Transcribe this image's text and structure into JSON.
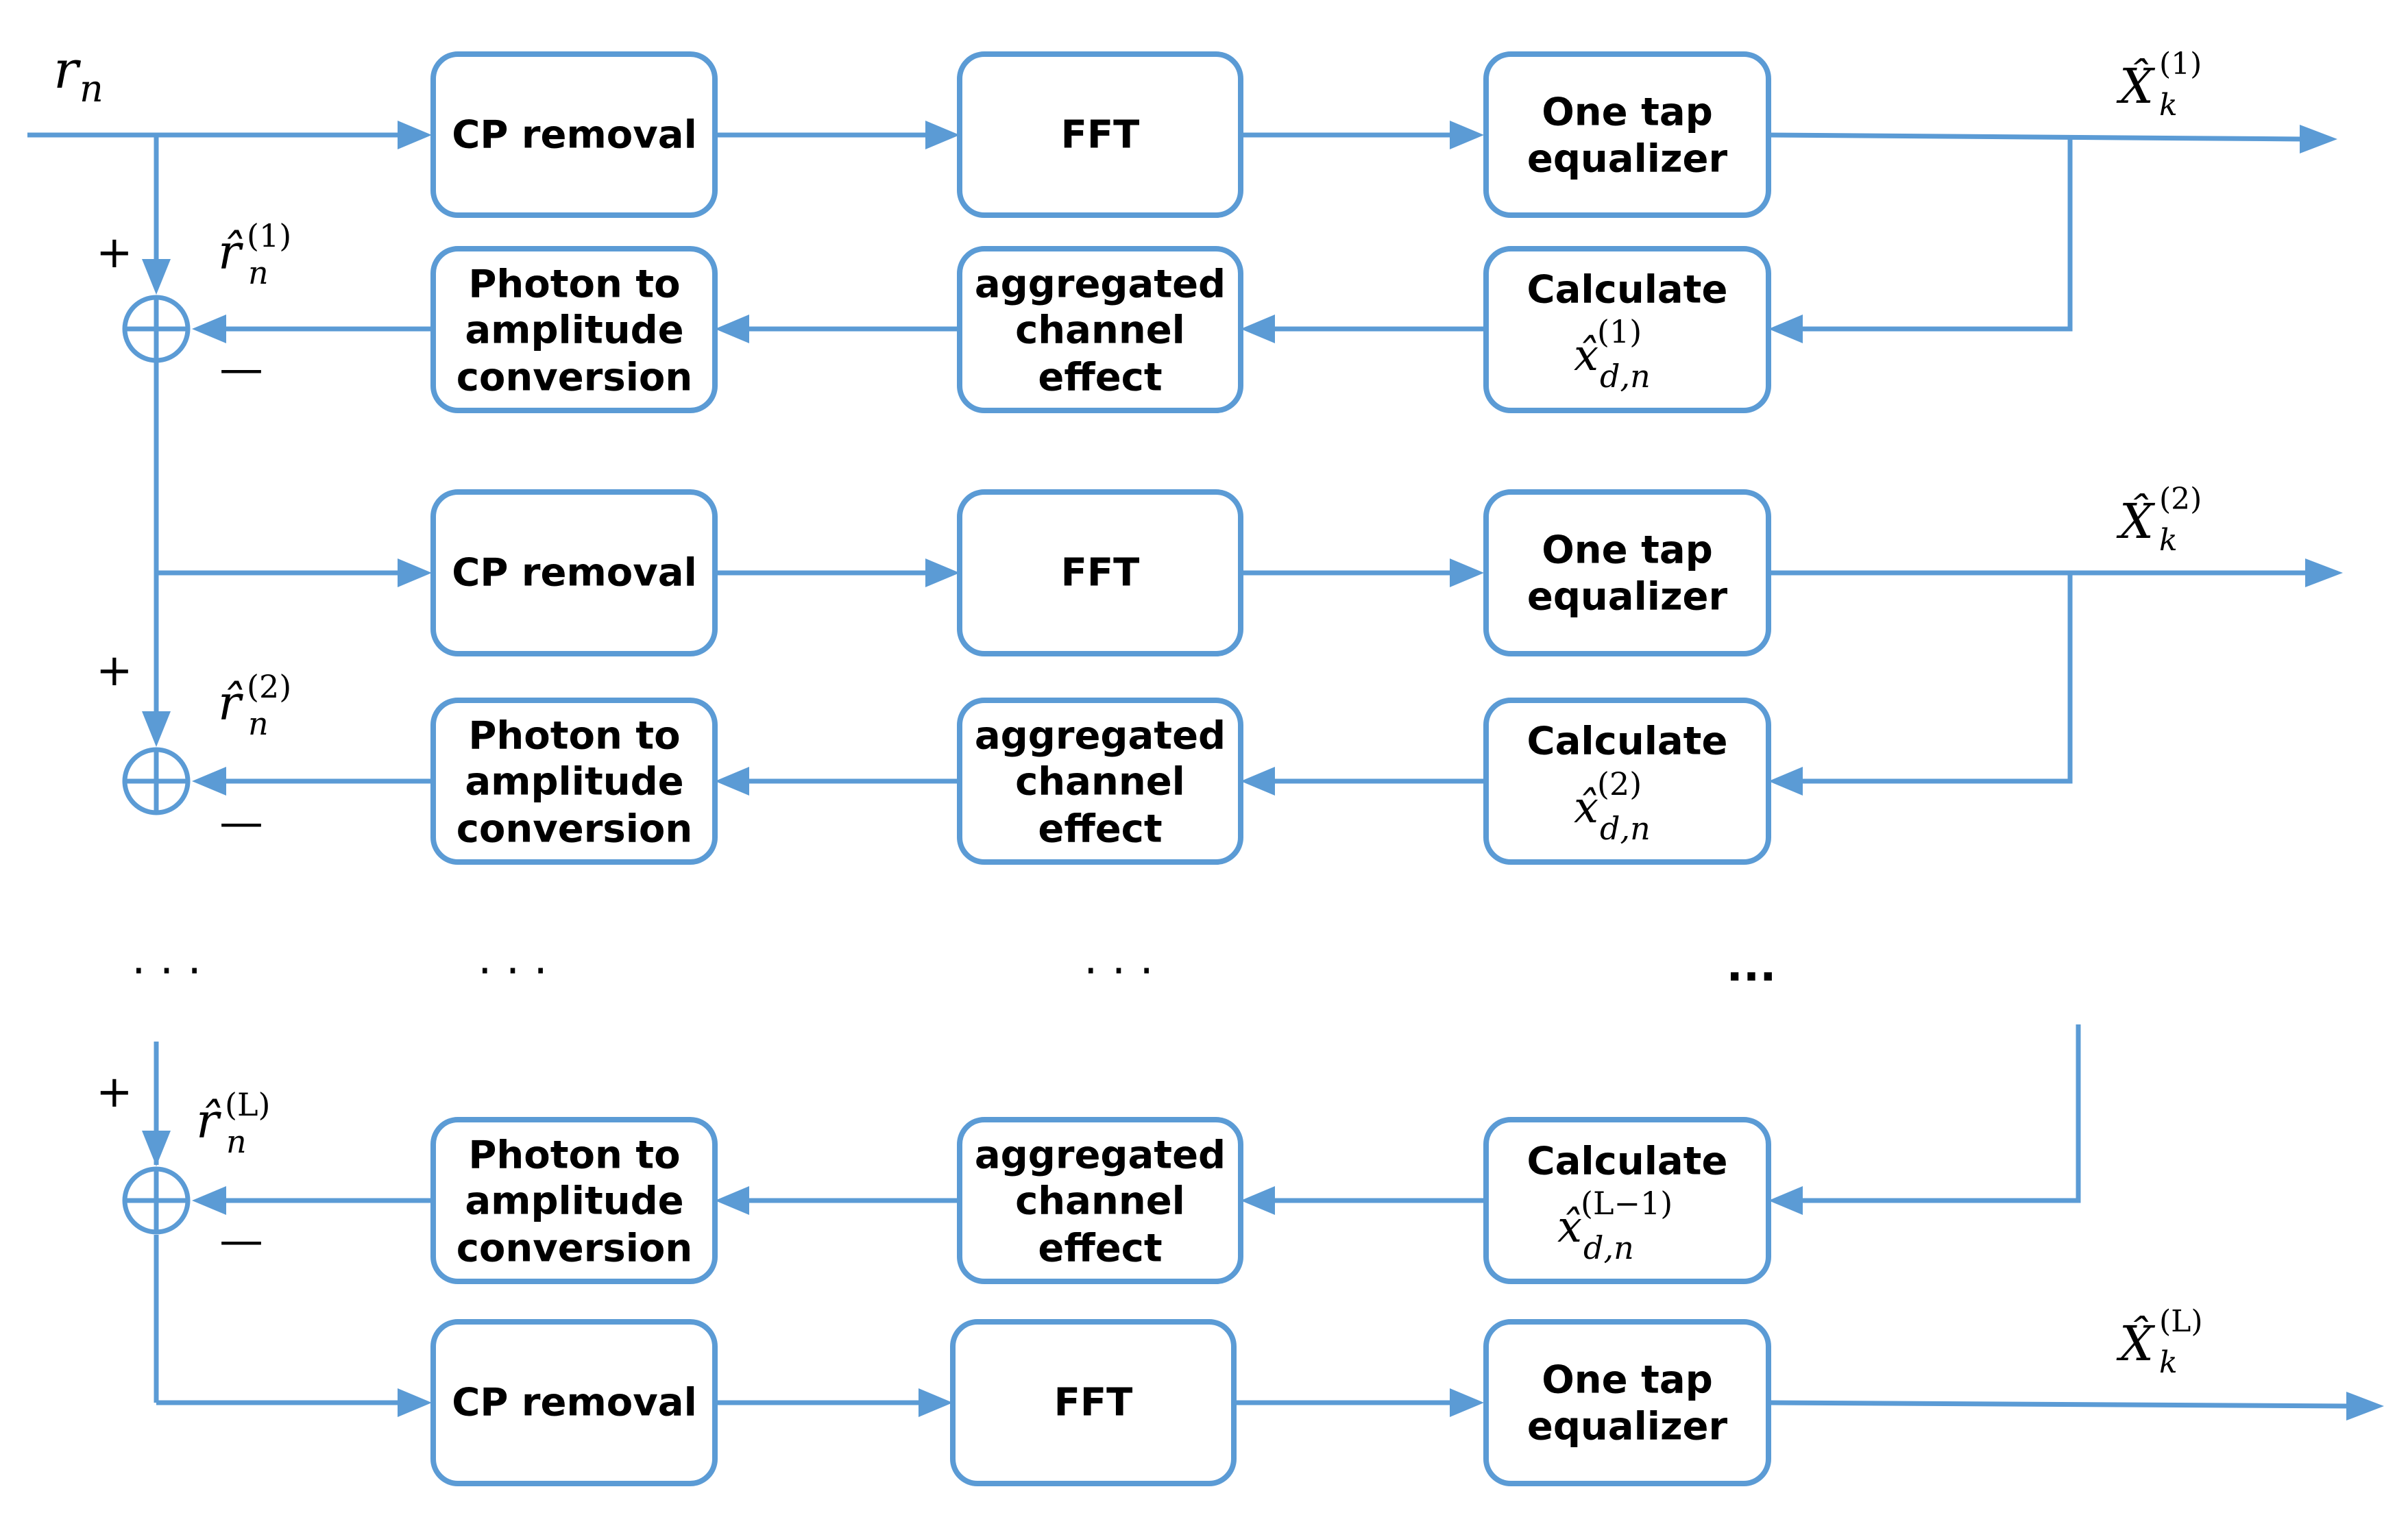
{
  "blocks": {
    "cp_removal": "CP removal",
    "fft": "FFT",
    "equalizer": [
      "One tap",
      "equalizer"
    ],
    "photon": [
      "Photon to",
      "amplitude",
      "conversion"
    ],
    "aggregated": [
      "aggregated",
      "channel",
      "effect"
    ],
    "calculate": "Calculate"
  },
  "symbols": {
    "input": "r",
    "input_sub": "n",
    "x_hat": "X̂",
    "x_sub": "k",
    "r_hat": "r̂",
    "r_sub": "n",
    "calc_var": "x̂",
    "calc_sub": "d,n",
    "plus": "+",
    "minus": "—",
    "dots": "· · ·",
    "dots_bold": "..."
  },
  "stages": [
    {
      "out_sup": "(1)",
      "r_sup": "(1)",
      "calc_sup": "(1)"
    },
    {
      "out_sup": "(2)",
      "r_sup": "(2)",
      "calc_sup": "(2)"
    },
    {
      "out_sup": "(L)",
      "r_sup": "(L)",
      "calc_sup": "(L−1)"
    }
  ],
  "colors": {
    "accent": "#5b9bd5",
    "text": "#000000",
    "background": "#ffffff"
  }
}
